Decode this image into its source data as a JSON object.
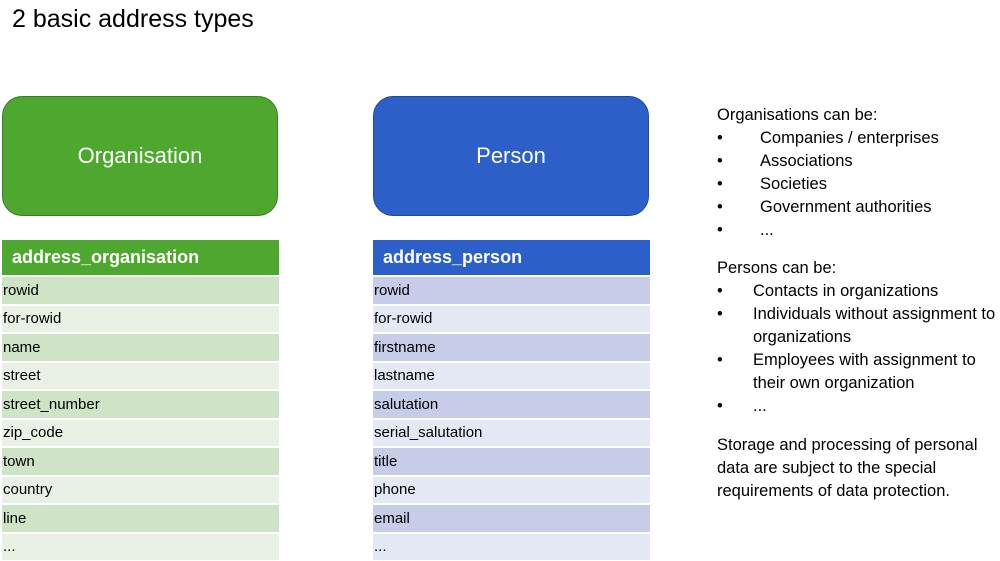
{
  "title": "2 basic address types",
  "entities": {
    "organisation": "Organisation",
    "person": "Person"
  },
  "tables": {
    "organisation": {
      "header": "address_organisation",
      "rows": [
        "rowid",
        "for-rowid",
        "name",
        "street",
        "street_number",
        "zip_code",
        "town",
        "country",
        "line",
        "..."
      ]
    },
    "person": {
      "header": "address_person",
      "rows": [
        "rowid",
        "for-rowid",
        "firstname",
        "lastname",
        "salutation",
        "serial_salutation",
        "title",
        "phone",
        "email",
        "..."
      ]
    }
  },
  "notes": {
    "org_heading": "Organisations can be:",
    "org_items": [
      "Companies / enterprises",
      "Associations",
      "Societies",
      "Government authorities",
      "..."
    ],
    "person_heading": "Persons can be:",
    "person_items": [
      "Contacts in organizations",
      "Individuals without assignment to organizations",
      "Employees with assignment to their own organization",
      "..."
    ],
    "footer": "Storage and processing of personal data are subject to the special requirements of data protection.",
    "bullet": "•"
  },
  "colors": {
    "organisation_green": "#4ea72e",
    "person_blue": "#2c5fc7",
    "org_row_dark": "#cfe4c7",
    "org_row_light": "#e8f1e4",
    "person_row_dark": "#c7cde9",
    "person_row_light": "#e4e7f4"
  }
}
